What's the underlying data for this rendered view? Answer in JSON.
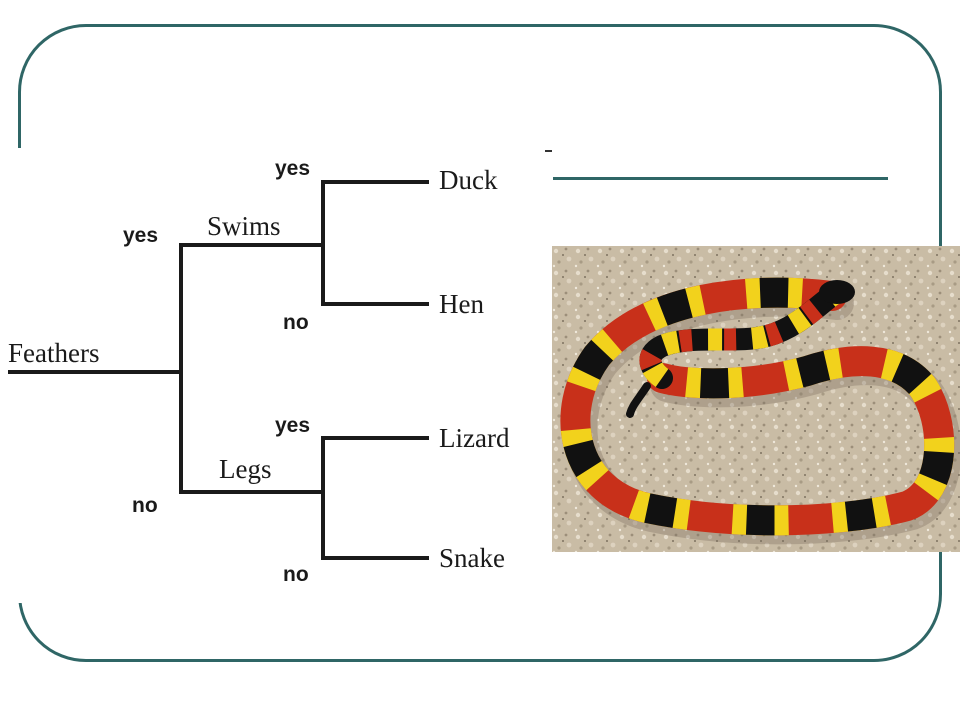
{
  "diagram": {
    "root": {
      "label": "Feathers"
    },
    "questions": {
      "upper": "Swims",
      "lower": "Legs"
    },
    "answers": {
      "root_yes": "yes",
      "root_no": "no",
      "swims_yes": "yes",
      "swims_no": "no",
      "legs_yes": "yes",
      "legs_no": "no"
    },
    "leaves": {
      "duck": "Duck",
      "hen": "Hen",
      "lizard": "Lizard",
      "snake": "Snake"
    }
  },
  "colors": {
    "frame": "#2f6666",
    "tree_line": "#1a1a1a",
    "snake_red": "#c8301a",
    "snake_yellow": "#f2d21c",
    "snake_black": "#111111",
    "sand": "#c9bca5"
  },
  "image": {
    "subject": "coral-snake-photo"
  }
}
